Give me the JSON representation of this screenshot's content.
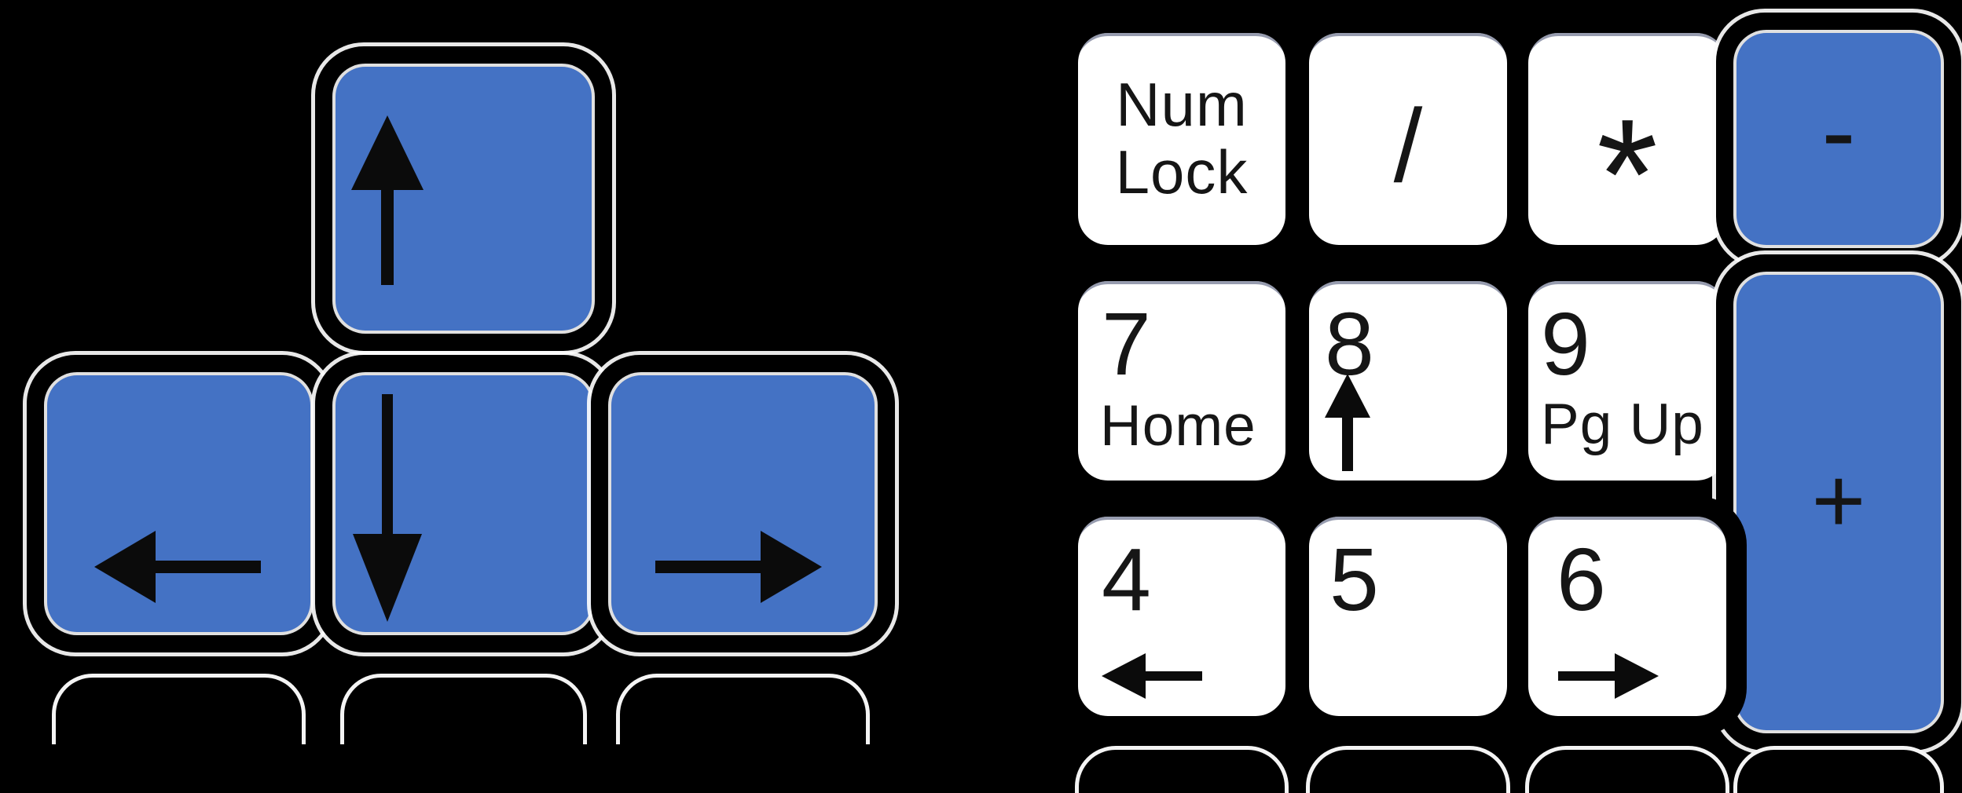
{
  "colors": {
    "background": "#000000",
    "key_blue": "#4472C4",
    "key_white": "#FFFFFF",
    "key_border": "#000000",
    "glyph_black": "#151515"
  },
  "arrow_cluster": {
    "keys": [
      {
        "id": "up",
        "icon": "up-arrow"
      },
      {
        "id": "left",
        "icon": "left-arrow"
      },
      {
        "id": "down",
        "icon": "down-arrow"
      },
      {
        "id": "right",
        "icon": "right-arrow"
      }
    ]
  },
  "numpad": {
    "keys": [
      {
        "id": "num-lock",
        "line1": "Num",
        "line2": "Lock"
      },
      {
        "id": "divide",
        "label": "/"
      },
      {
        "id": "multiply",
        "label": "*"
      },
      {
        "id": "subtract",
        "label": "-"
      },
      {
        "id": "7",
        "number": "7",
        "label": "Home"
      },
      {
        "id": "8",
        "number": "8",
        "icon": "up-arrow"
      },
      {
        "id": "9",
        "number": "9",
        "label": "Pg Up"
      },
      {
        "id": "add",
        "label": "+"
      },
      {
        "id": "4",
        "number": "4",
        "icon": "left-arrow"
      },
      {
        "id": "5",
        "number": "5"
      },
      {
        "id": "6",
        "number": "6",
        "icon": "right-arrow"
      }
    ]
  }
}
